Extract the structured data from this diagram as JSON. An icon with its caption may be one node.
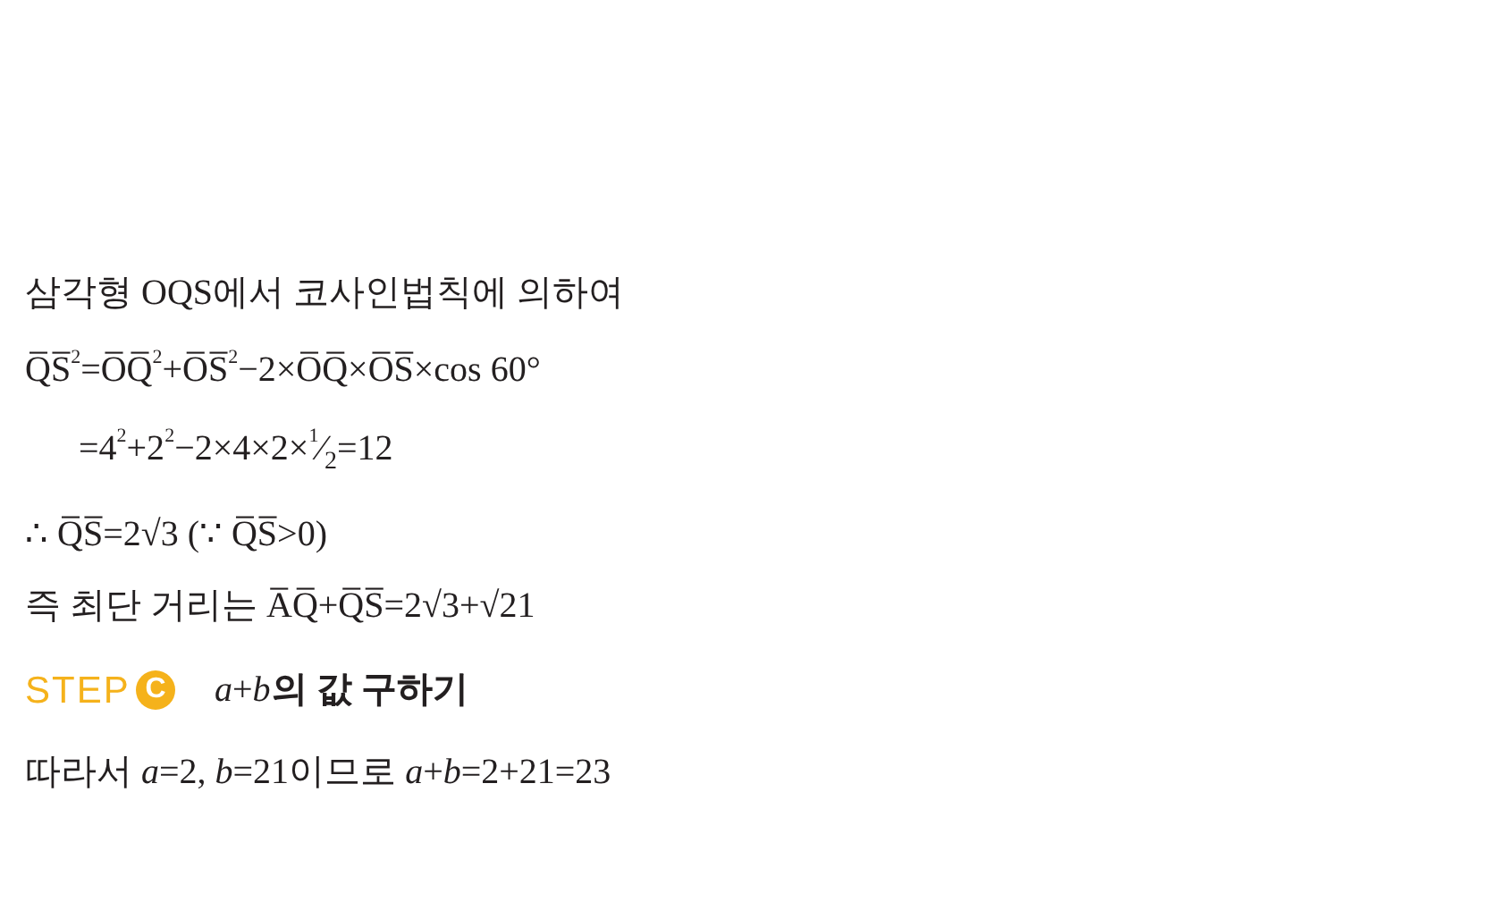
{
  "diagram": {
    "labels": [
      "삼각형 OQS에서 코사인법칙에 의하여",
      "Q̅S̅$^{2}$=O̅Q̅$^{2}$+O̅S̅$^{2}$−2×O̅Q̅×O̅S̅×cos 60°",
      "=4$^{2}$+2$^{2}$−2×4×2×$^{1}$⁄$_{2}$=12",
      "∴ Q̅S̅=2√3 (∵ Q̅S̅>0)",
      "즉 최단 거리는 A̅Q̅+Q̅S̅=2√3+√21",
      "STEP",
      "C",
      "*a*+*b*",
      "의 값 구하기",
      "따라서 *a*=2, *b*=21이므로 *a*+*b*=2+21=23"
    ]
  }
}
